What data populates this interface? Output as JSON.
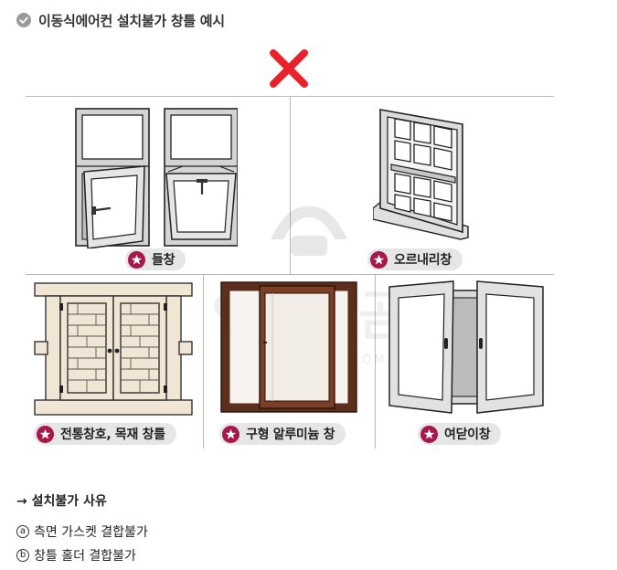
{
  "header": {
    "icon": "check-circle-icon",
    "title": "이동식에어컨 설치불가 창틀 예시"
  },
  "not_allowed_icon": "red-x-icon",
  "colors": {
    "x_red": "#e8212b",
    "badge": "#a6174b",
    "pill_bg": "#e6e6e6",
    "wood_light": "#f1e6d4",
    "wood_dark": "#5c2e1c"
  },
  "windows": [
    {
      "label": "들창",
      "icon": "star-badge-icon"
    },
    {
      "label": "오르내리창",
      "icon": "star-badge-icon"
    },
    {
      "label": "전통창호, 목재 창틀",
      "icon": "star-badge-icon"
    },
    {
      "label": "구형 알루미늄 창",
      "icon": "star-badge-icon"
    },
    {
      "label": "여닫이창",
      "icon": "star-badge-icon"
    }
  ],
  "watermark": {
    "main": "안테나곰",
    "sub": "ANTENNAGOM.COM"
  },
  "reasons": {
    "title": "→ 설치불가 사유",
    "items": [
      {
        "marker": "a",
        "text": "측면 가스켓 결합불가"
      },
      {
        "marker": "b",
        "text": "창틀 홀더 결합불가"
      }
    ]
  }
}
